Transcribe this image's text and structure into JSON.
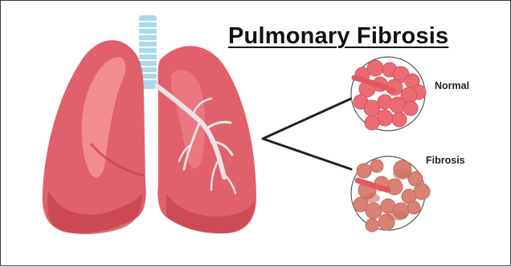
{
  "title": "Pulmonary Fibrosis",
  "labels": {
    "normal": "Normal",
    "fibrosis": "Fibrosis"
  },
  "icons": {
    "lungs": "lungs-illustration",
    "normal_alveoli": "normal-alveoli-icon",
    "fibrosis_alveoli": "fibrotic-alveoli-icon"
  },
  "colors": {
    "lung_fill": "#e0616c",
    "lung_highlight": "#f38b93",
    "lung_shadow": "#c4414e",
    "trachea": "#a8dbe8",
    "alveoli_normal": "#ea6c72",
    "alveoli_fibrosis": "#d98273",
    "title": "#111111"
  }
}
